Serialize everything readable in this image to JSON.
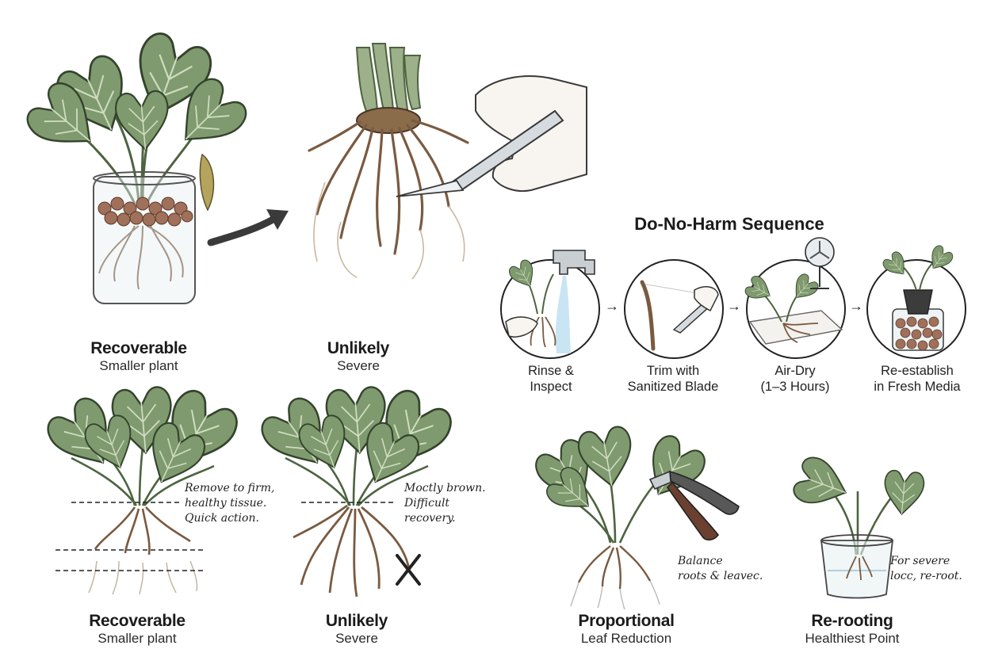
{
  "labels": {
    "recoverable_top": {
      "title": "Recoverable",
      "subtitle": "Smaller plant"
    },
    "unlikely_top": {
      "title": "Unlikely",
      "subtitle": "Severe"
    },
    "recoverable_bottom": {
      "title": "Recoverable",
      "subtitle": "Smaller plant"
    },
    "unlikely_bottom": {
      "title": "Unlikely",
      "subtitle": "Severe"
    },
    "proportional": {
      "title": "Proportional",
      "subtitle": "Leaf Reduction"
    },
    "rerooting": {
      "title": "Re-rooting",
      "subtitle": "Healthiest Point"
    }
  },
  "notes": {
    "recoverable": [
      "Remove to firm,",
      "healthy tissue.",
      "Quick action."
    ],
    "unlikely": [
      "Moctly brown.",
      "Difficult",
      "recovery."
    ],
    "proportional": [
      "Balance",
      "roots & leavec."
    ],
    "rerooting": [
      "For severe",
      "locc, re-root."
    ]
  },
  "sequence": {
    "title": "Do-No-Harm Sequence",
    "steps": [
      {
        "line1": "Rinse &",
        "line2": "Inspect"
      },
      {
        "line1": "Trim with",
        "line2": "Sanitized Blade"
      },
      {
        "line1": "Air-Dry",
        "line2": "(1–3 Hours)"
      },
      {
        "line1": "Re-establish",
        "line2": "in Fresh Media"
      }
    ],
    "arrow": "→"
  },
  "colors": {
    "leaf": "#7f9a6e",
    "leaf_dark": "#4f6b45",
    "root": "#7a5a40",
    "pebble": "#a0705a",
    "ink": "#1b1b1b"
  },
  "icons": [
    "taro-plant-in-jar",
    "curved-arrow",
    "hand-with-scalpel",
    "water-tap",
    "pruning-shears",
    "desk-fan",
    "x-mark"
  ]
}
